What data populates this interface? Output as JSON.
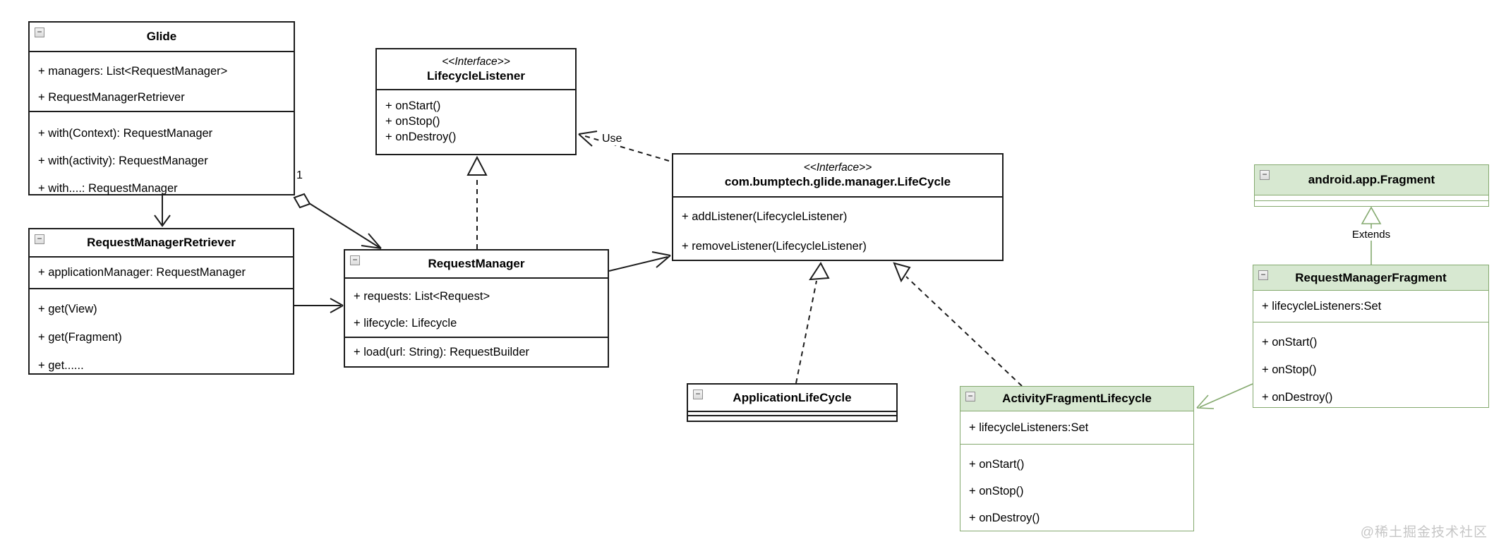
{
  "colors": {
    "box_border": "#1c1c1c",
    "green_border": "#84a96e",
    "green_fill": "#d7e8d1",
    "watermark": "#c6c6c6",
    "background": "#ffffff"
  },
  "icons": {
    "collapse": "−"
  },
  "labels": {
    "use": "Use",
    "extends": "Extends",
    "multiplicity_one": "1"
  },
  "watermark": "@稀土掘金技术社区",
  "classes": {
    "glide": {
      "name": "Glide",
      "attributes": [
        "+ managers: List<RequestManager>",
        "+ RequestManagerRetriever"
      ],
      "methods": [
        "+ with(Context): RequestManager",
        "+ with(activity): RequestManager",
        "+ with....: RequestManager"
      ]
    },
    "request_manager_retriever": {
      "name": "RequestManagerRetriever",
      "attributes": [
        "+ applicationManager: RequestManager"
      ],
      "methods": [
        "+ get(View)",
        "+ get(Fragment)",
        "+ get......"
      ]
    },
    "lifecycle_listener": {
      "stereotype": "<<Interface>>",
      "name": "LifecycleListener",
      "methods": [
        "+ onStart()",
        "+ onStop()",
        "+ onDestroy()"
      ]
    },
    "request_manager": {
      "name": "RequestManager",
      "attributes": [
        "+ requests: List<Request>",
        "+ lifecycle: Lifecycle"
      ],
      "methods": [
        "+ load(url: String): RequestBuilder"
      ]
    },
    "lifecycle": {
      "stereotype": "<<Interface>>",
      "name": "com.bumptech.glide.manager.LifeCycle",
      "methods": [
        "+ addListener(LifecycleListener)",
        "+ removeListener(LifecycleListener)"
      ]
    },
    "android_fragment": {
      "name": "android.app.Fragment",
      "attributes": [],
      "methods": []
    },
    "request_manager_fragment": {
      "name": "RequestManagerFragment",
      "attributes": [
        "+ lifecycleListeners:Set"
      ],
      "methods": [
        "+ onStart()",
        "+ onStop()",
        "+ onDestroy()"
      ]
    },
    "application_lifecycle": {
      "name": "ApplicationLifeCycle",
      "attributes": [],
      "methods": []
    },
    "activity_fragment_lifecycle": {
      "name": "ActivityFragmentLifecycle",
      "attributes": [
        "+ lifecycleListeners:Set"
      ],
      "methods": [
        "+ onStart()",
        "+ onStop()",
        "+ onDestroy()"
      ]
    }
  },
  "relationships": [
    {
      "from": "Glide",
      "to": "RequestManagerRetriever",
      "type": "association"
    },
    {
      "from": "Glide",
      "to": "RequestManager",
      "type": "aggregation",
      "label": "1"
    },
    {
      "from": "RequestManagerRetriever",
      "to": "RequestManager",
      "type": "association"
    },
    {
      "from": "RequestManager",
      "to": "LifecycleListener",
      "type": "realization"
    },
    {
      "from": "RequestManager",
      "to": "com.bumptech.glide.manager.LifeCycle",
      "type": "association"
    },
    {
      "from": "com.bumptech.glide.manager.LifeCycle",
      "to": "LifecycleListener",
      "type": "dependency",
      "label": "Use"
    },
    {
      "from": "ApplicationLifeCycle",
      "to": "com.bumptech.glide.manager.LifeCycle",
      "type": "realization"
    },
    {
      "from": "ActivityFragmentLifecycle",
      "to": "com.bumptech.glide.manager.LifeCycle",
      "type": "realization"
    },
    {
      "from": "RequestManagerFragment",
      "to": "android.app.Fragment",
      "type": "generalization",
      "label": "Extends"
    },
    {
      "from": "RequestManagerFragment",
      "to": "ActivityFragmentLifecycle",
      "type": "association"
    }
  ]
}
